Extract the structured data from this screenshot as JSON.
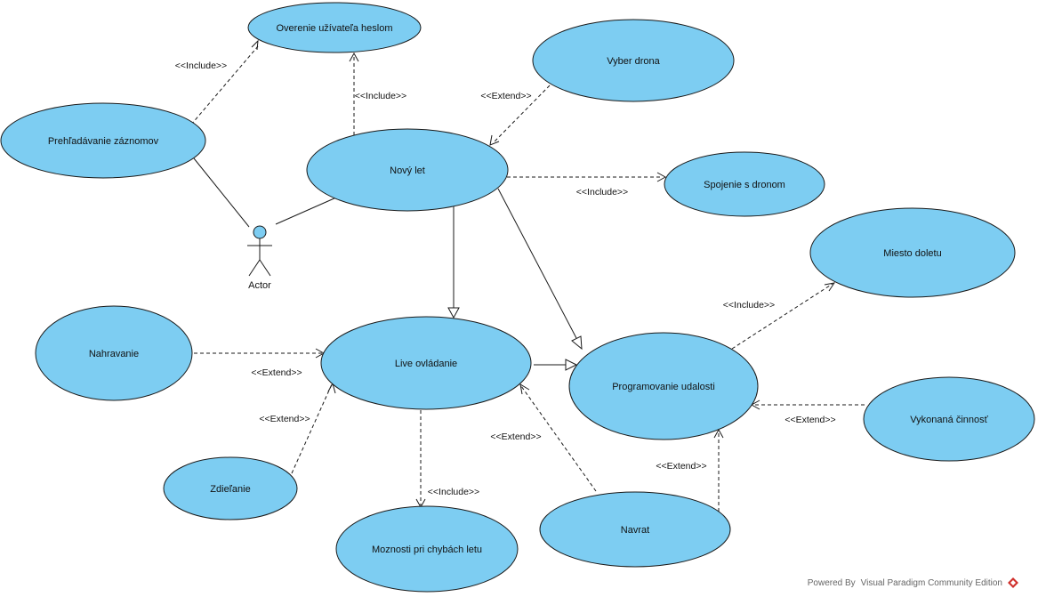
{
  "diagram": {
    "use_cases": {
      "overenie": "Overenie užívateľa heslom",
      "vyber": "Vyber drona",
      "prehladavanie": "Prehľadávanie záznomov",
      "novy": "Nový let",
      "spojenie": "Spojenie s dronom",
      "miesto": "Miesto doletu",
      "nahravanie": "Nahravanie",
      "live": "Live ovládanie",
      "programovanie": "Programovanie udalosti",
      "vykonana": "Vykonaná činnosť",
      "zdielanie": "Zdieľanie",
      "navrat": "Navrat",
      "moznosti": "Moznosti pri chybách letu"
    },
    "actor": "Actor",
    "stereotypes": {
      "include": "<<Include>>",
      "extend": "<<Extend>>"
    },
    "colors": {
      "use_case_fill": "#7dcdf2",
      "outline": "#1a1a1a"
    }
  },
  "footer": {
    "powered_by": "Powered By",
    "brand": "Visual Paradigm Community Edition",
    "logo_icon": "visual-paradigm-logo-icon"
  }
}
